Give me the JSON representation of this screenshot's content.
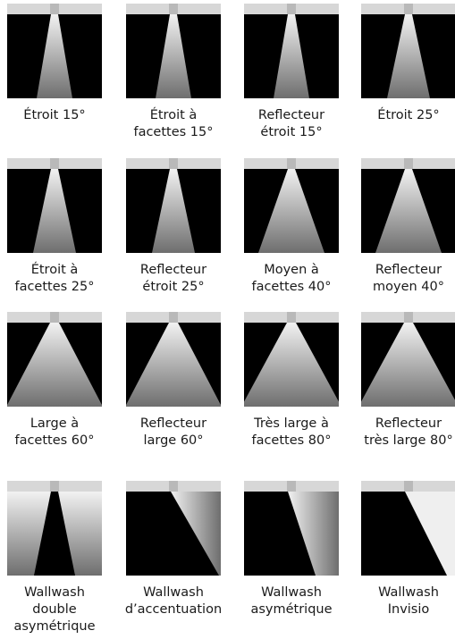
{
  "colors": {
    "ceiling": "#d7d7d7",
    "fixture": "#b9b9b9",
    "background": "#000000",
    "beam_top": "#f2f2f2",
    "beam_bottom": "#6e6e6e",
    "label_text": "#1a1a1a"
  },
  "beams": [
    {
      "id": "etroit-15",
      "label_lines": [
        "Étroit 15°"
      ],
      "beam_type": "symmetric",
      "beam_angle_deg": 15
    },
    {
      "id": "etroit-facettes-15",
      "label_lines": [
        "Étroit à",
        "facettes 15°"
      ],
      "beam_type": "symmetric",
      "beam_angle_deg": 15
    },
    {
      "id": "reflecteur-etroit-15",
      "label_lines": [
        "Reflecteur",
        "étroit 15°"
      ],
      "beam_type": "symmetric",
      "beam_angle_deg": 15
    },
    {
      "id": "etroit-25",
      "label_lines": [
        "Étroit 25°"
      ],
      "beam_type": "symmetric",
      "beam_angle_deg": 25
    },
    {
      "id": "etroit-facettes-25",
      "label_lines": [
        "Étroit à",
        "facettes 25°"
      ],
      "beam_type": "symmetric",
      "beam_angle_deg": 25
    },
    {
      "id": "reflecteur-etroit-25",
      "label_lines": [
        "Reflecteur",
        "étroit 25°"
      ],
      "beam_type": "symmetric",
      "beam_angle_deg": 25
    },
    {
      "id": "moyen-facettes-40",
      "label_lines": [
        "Moyen à",
        "facettes 40°"
      ],
      "beam_type": "symmetric",
      "beam_angle_deg": 40
    },
    {
      "id": "reflecteur-moyen-40",
      "label_lines": [
        "Reflecteur",
        "moyen 40°"
      ],
      "beam_type": "symmetric",
      "beam_angle_deg": 40
    },
    {
      "id": "large-facettes-60",
      "label_lines": [
        "Large à",
        "facettes 60°"
      ],
      "beam_type": "symmetric",
      "beam_angle_deg": 60
    },
    {
      "id": "reflecteur-large-60",
      "label_lines": [
        "Reflecteur",
        "large 60°"
      ],
      "beam_type": "symmetric",
      "beam_angle_deg": 60
    },
    {
      "id": "tres-large-facettes-80",
      "label_lines": [
        "Très large à",
        "facettes 80°"
      ],
      "beam_type": "symmetric",
      "beam_angle_deg": 80
    },
    {
      "id": "reflecteur-tres-large-80",
      "label_lines": [
        "Reflecteur",
        "très large 80°"
      ],
      "beam_type": "symmetric",
      "beam_angle_deg": 80
    },
    {
      "id": "wallwash-double-asymetrique",
      "label_lines": [
        "Wallwash",
        "double",
        "asymétrique"
      ],
      "beam_type": "double-asymmetric"
    },
    {
      "id": "wallwash-accentuation",
      "label_lines": [
        "Wallwash",
        "d’accentuation"
      ],
      "beam_type": "accent"
    },
    {
      "id": "wallwash-asymetrique",
      "label_lines": [
        "Wallwash",
        "asymétrique"
      ],
      "beam_type": "asymmetric"
    },
    {
      "id": "wallwash-invisio",
      "label_lines": [
        "Wallwash",
        "Invisio"
      ],
      "beam_type": "invisio"
    }
  ]
}
